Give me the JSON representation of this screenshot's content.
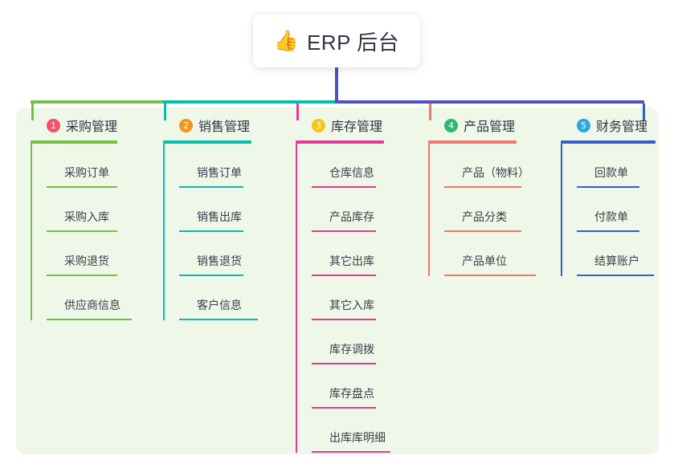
{
  "root": {
    "icon": "👍",
    "icon_name": "thumbs-up-icon",
    "title": "ERP 后台"
  },
  "colors": {
    "panel_bg": "#eef7e8",
    "stem": "#4b52c4",
    "bar_left": "#74c043",
    "bar_mid": "#00bfae",
    "bar_right": "#4b52c4",
    "branch1": "#74c043",
    "branch2": "#00bfae",
    "branch3": "#e8369c",
    "branch4": "#f4756b",
    "branch5": "#2f5fd0",
    "badge1": "#f4526a",
    "badge2": "#f7941e",
    "badge3": "#f5c518",
    "badge4": "#2eb872",
    "badge5": "#2aa8e0",
    "text": "#2f3542",
    "leaf_text": "#3a3f4a"
  },
  "branches": [
    {
      "number": "1",
      "title": "采购管理",
      "leaves": [
        "采购订单",
        "采购入库",
        "采购退货",
        "供应商信息"
      ]
    },
    {
      "number": "2",
      "title": "销售管理",
      "leaves": [
        "销售订单",
        "销售出库",
        "销售退货",
        "客户信息"
      ]
    },
    {
      "number": "3",
      "title": "库存管理",
      "leaves": [
        "仓库信息",
        "产品库存",
        "其它出库",
        "其它入库",
        "库存调拨",
        "库存盘点",
        "出库库明细"
      ]
    },
    {
      "number": "4",
      "title": "产品管理",
      "leaves": [
        "产品（物料）",
        "产品分类",
        "产品单位"
      ]
    },
    {
      "number": "5",
      "title": "财务管理",
      "leaves": [
        "回款单",
        "付款单",
        "结算账户"
      ]
    }
  ]
}
